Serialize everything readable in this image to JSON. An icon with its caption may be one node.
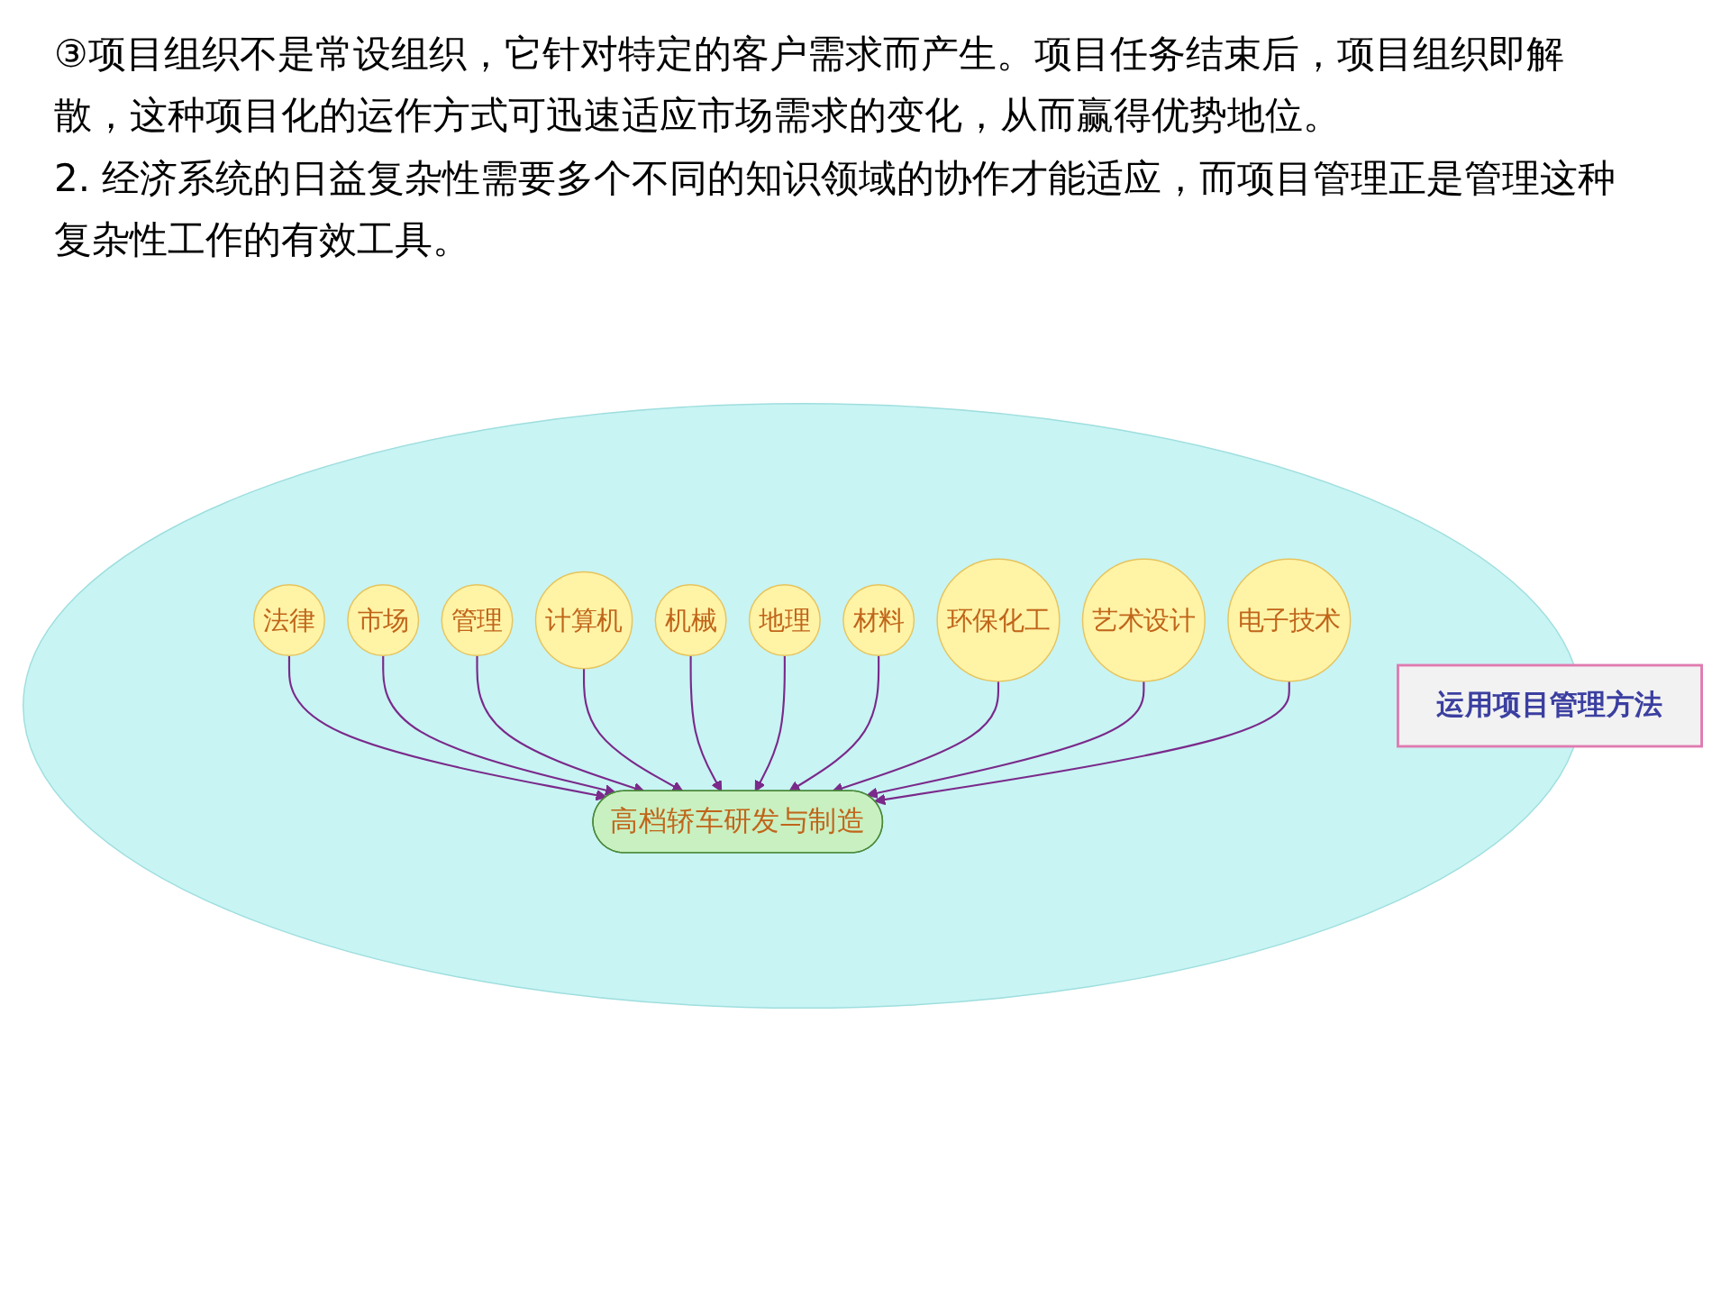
{
  "diagram": {
    "nodes": [
      {
        "text": [],
        "shape": "circle"
      },
      {
        "text": [
          "高档轿车研发与制造"
        ],
        "in": 0
      },
      {
        "text": [
          "法律"
        ],
        "in": 0
      },
      {
        "text": [
          "市场"
        ],
        "in": 0
      },
      {
        "text": [
          "管理"
        ],
        "in": 0
      },
      {
        "text": [
          "计算机"
        ],
        "in": 0
      },
      {
        "text": [
          "机械"
        ],
        "in": 0
      },
      {
        "text": [
          "地理"
        ],
        "in": 0
      },
      {
        "text": [
          "材料"
        ],
        "in": 0
      },
      {
        "text": [
          "环保化工"
        ],
        "in": 0
      },
      {
        "text": [
          "艺术设计"
        ],
        "in": 0
      },
      {
        "text": [
          "电子技术"
        ],
        "in": 0
      },
      {
        "text": [
          "运用项目管理方法"
        ]
      }
    ],
    "edges": [
      {
        "from": 2,
        "to": 1,
        "arrow": "to"
      },
      {
        "from": 3,
        "to": 1,
        "arrow": "to"
      },
      {
        "from": 4,
        "to": 1,
        "arrow": "to"
      },
      {
        "from": 5,
        "to": 1,
        "arrow": "to"
      },
      {
        "from": 6,
        "to": 1,
        "arrow": "to"
      },
      {
        "from": 7,
        "to": 1,
        "arrow": "to"
      },
      {
        "from": 8,
        "to": 1,
        "arrow": "to"
      },
      {
        "from": 9,
        "to": 1,
        "arrow": "to"
      },
      {
        "from": 10,
        "to": 1,
        "arrow": "to"
      },
      {
        "from": 11,
        "to": 1,
        "arrow": "to"
      }
    ],
    "labels": [
      "③项目组织不是常设组织，它针对特定的客户需求而产生。项目任务结束后，项目组织即解散，这种项目化的运作方式可迅速适应市场需求的变化，从而赢得优势地位。",
      "2. 经济系统的日益复杂性需要多个不同的知识领域的协作才能适应，而项目管理正是管理这种复杂性工作的有效工具。"
    ]
  }
}
